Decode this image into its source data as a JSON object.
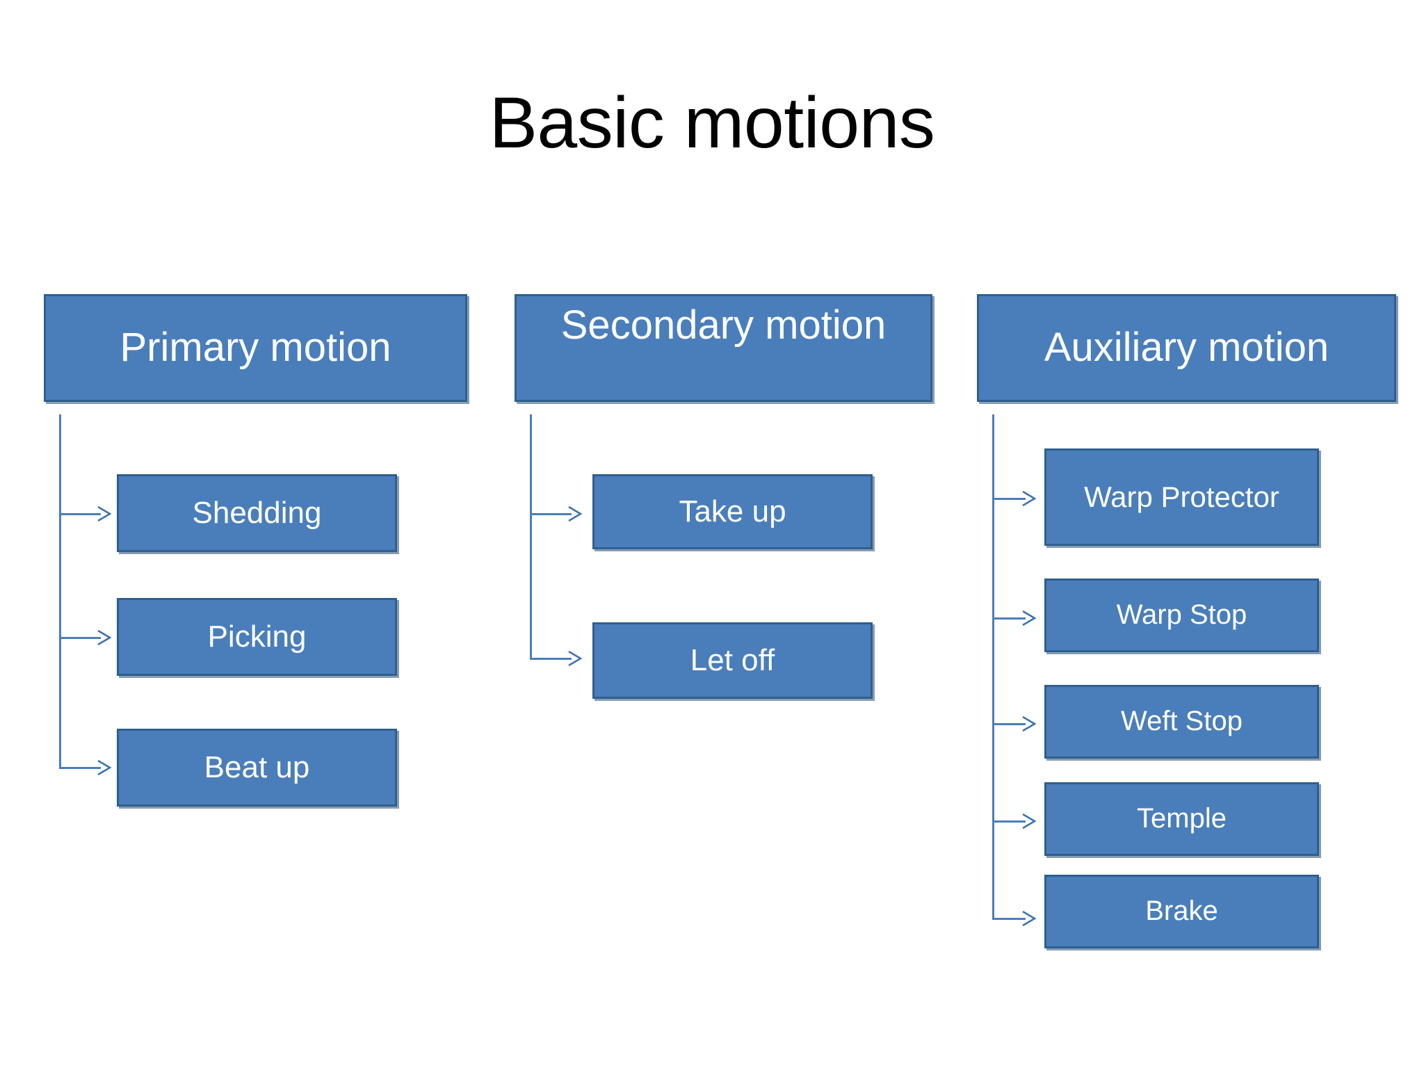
{
  "slide": {
    "title": "Basic motions",
    "background_color": "#FFFFFF",
    "box_fill_color": "#4A7EBB",
    "box_border_color": "#2E5F8F",
    "box_text_color": "#FFFFFF",
    "connector_color": "#4A7EBB",
    "title_color": "#000000"
  },
  "columns": [
    {
      "id": "primary",
      "header": "Primary motion",
      "children": [
        {
          "label": "Shedding"
        },
        {
          "label": "Picking"
        },
        {
          "label": "Beat up"
        }
      ]
    },
    {
      "id": "secondary",
      "header": "Secondary motion",
      "children": [
        {
          "label": "Take up"
        },
        {
          "label": "Let off"
        }
      ]
    },
    {
      "id": "auxiliary",
      "header": "Auxiliary motion",
      "children": [
        {
          "label": "Warp Protector"
        },
        {
          "label": "Warp Stop"
        },
        {
          "label": "Weft Stop"
        },
        {
          "label": "Temple"
        },
        {
          "label": "Brake"
        }
      ]
    }
  ]
}
